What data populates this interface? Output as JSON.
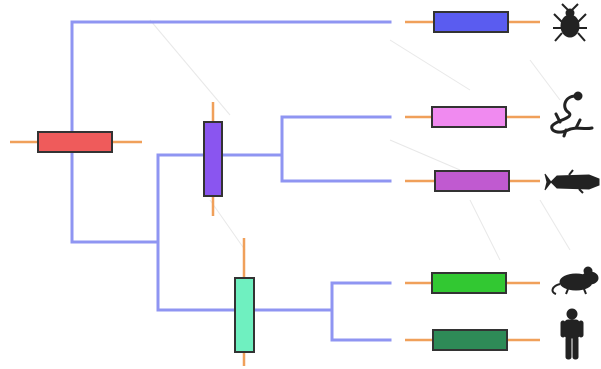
{
  "diagram": {
    "type": "phylogenetic-tree",
    "colors": {
      "branch": "#8f95f2",
      "whisker": "#f0a05a",
      "box_stroke": "#333333",
      "silhouette": "#222222",
      "guide": "#e8e8e8"
    },
    "internal_nodes": [
      {
        "id": "root",
        "color": "#ef5b5b"
      },
      {
        "id": "node-b",
        "color": "#8a55f0"
      },
      {
        "id": "node-c",
        "color": "#6ff0c0"
      }
    ],
    "tips": [
      {
        "id": "tip-1",
        "color": "#5a5cf0",
        "icon": "insect-icon"
      },
      {
        "id": "tip-2",
        "color": "#f08af0",
        "icon": "lizard-icon"
      },
      {
        "id": "tip-3",
        "color": "#c05ad0",
        "icon": "fish-icon"
      },
      {
        "id": "tip-4",
        "color": "#32c832",
        "icon": "mouse-icon"
      },
      {
        "id": "tip-5",
        "color": "#2e8b57",
        "icon": "human-icon"
      }
    ]
  }
}
